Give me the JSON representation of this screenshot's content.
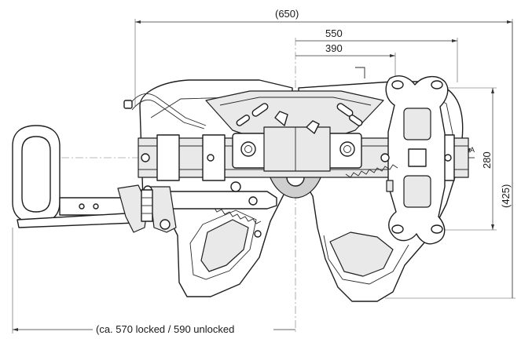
{
  "drawing": {
    "dimensions": {
      "overall_width": "(650)",
      "width_550": "550",
      "width_390": "390",
      "height_280": "280",
      "height_425": "(425)",
      "bottom_note": "(ca. 570 locked / 590 unlocked",
      "marker_a": "A"
    },
    "colors": {
      "line": "#1e1e1e",
      "shade": "#e9e9e9",
      "dark_shade": "#cfcfcf"
    }
  }
}
